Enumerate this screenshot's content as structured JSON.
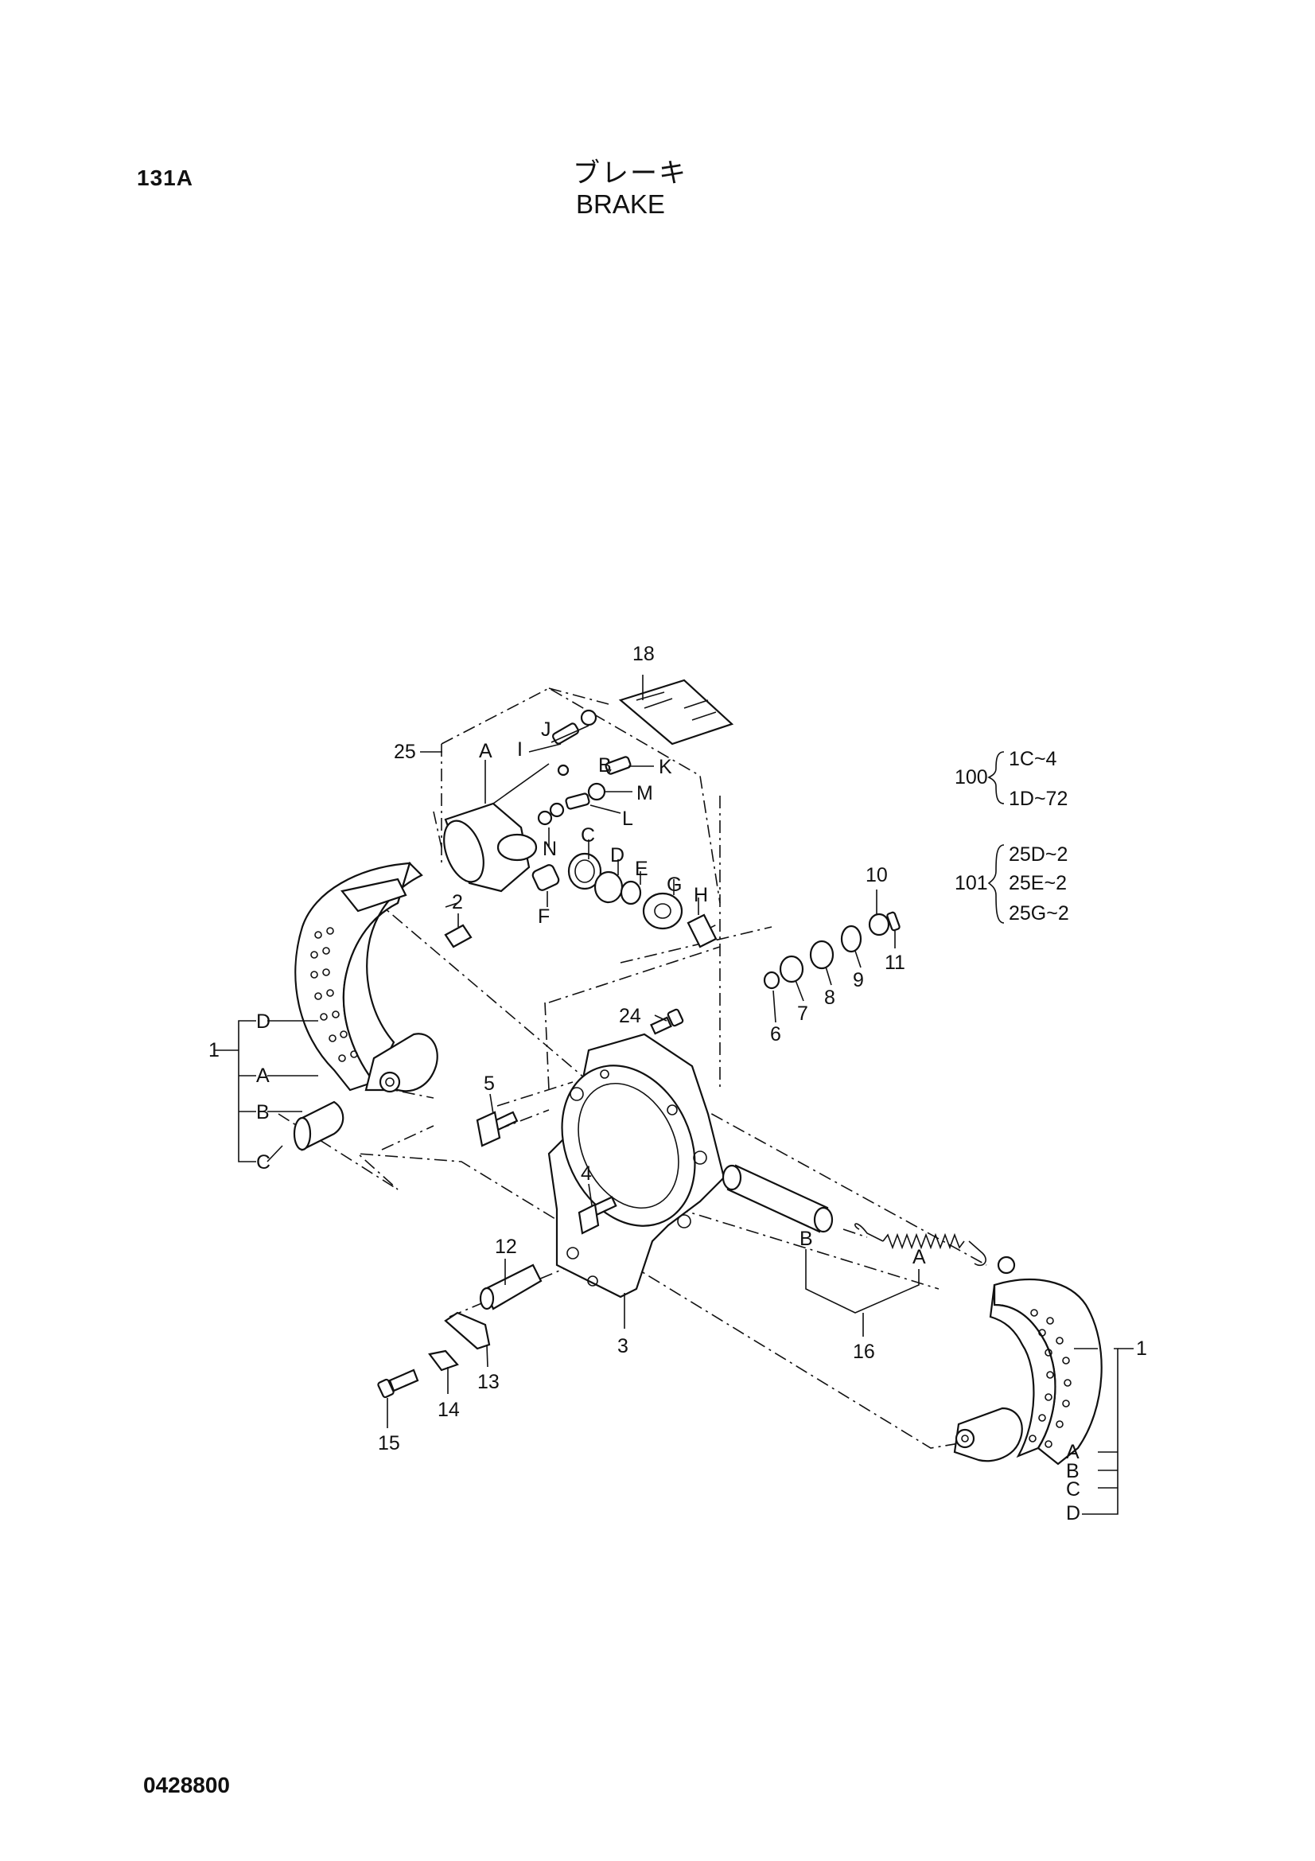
{
  "header": {
    "page_code": "131A",
    "title_jp": "ブレーキ",
    "title_en": "BRAKE"
  },
  "footer": {
    "doc_number": "0428800"
  },
  "callouts": {
    "c1": "1",
    "c1D": "D",
    "c1A": "A",
    "c1B": "B",
    "c1C": "C",
    "c2": "2",
    "c3": "3",
    "c4": "4",
    "c5": "5",
    "c6": "6",
    "c7": "7",
    "c8": "8",
    "c9": "9",
    "c10": "10",
    "c11": "11",
    "c12": "12",
    "c13": "13",
    "c14": "14",
    "c15": "15",
    "c16": "16",
    "c16A": "A",
    "c16B": "B",
    "c18": "18",
    "c24": "24",
    "c25": "25",
    "cA": "A",
    "cB": "B",
    "cC": "C",
    "cD": "D",
    "cE": "E",
    "cF": "F",
    "cG": "G",
    "cH": "H",
    "cI": "I",
    "cJ": "J",
    "cK": "K",
    "cL": "L",
    "cM": "M",
    "cN": "N",
    "r1": "1",
    "r1A": "A",
    "r1B": "B",
    "r1C": "C",
    "r1D": "D"
  },
  "kits": [
    {
      "number": "100",
      "items": [
        "1C~4",
        "1D~72"
      ]
    },
    {
      "number": "101",
      "items": [
        "25D~2",
        "25E~2",
        "25G~2"
      ]
    }
  ]
}
